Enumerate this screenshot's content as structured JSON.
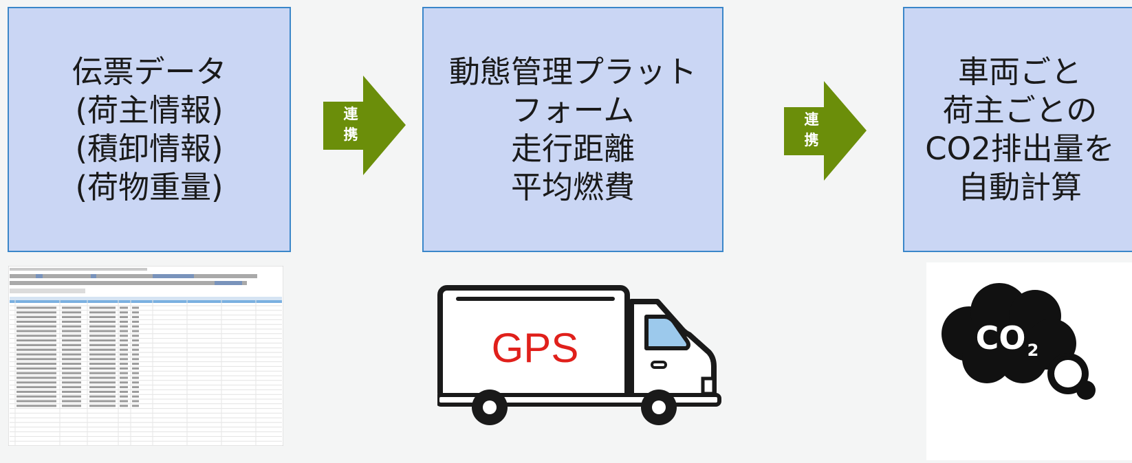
{
  "boxes": [
    {
      "lines": [
        "伝票データ",
        "(荷主情報)",
        "(積卸情報)",
        "(荷物重量)"
      ]
    },
    {
      "lines": [
        "動態管理プラット",
        "フォーム",
        "走行距離",
        "平均燃費"
      ]
    },
    {
      "lines": [
        "車両ごと",
        "荷主ごとの",
        "CO2排出量を",
        "自動計算"
      ]
    }
  ],
  "arrows": [
    {
      "label_top": "連",
      "label_bottom": "携"
    },
    {
      "label_top": "連",
      "label_bottom": "携"
    }
  ],
  "truck": {
    "label": "GPS"
  },
  "co2": {
    "label": "CO",
    "subscript": "2"
  },
  "colors": {
    "box_fill": "#cad6f4",
    "box_border": "#3a86c9",
    "arrow": "#6b8e0a",
    "gps_text": "#e0201b"
  }
}
